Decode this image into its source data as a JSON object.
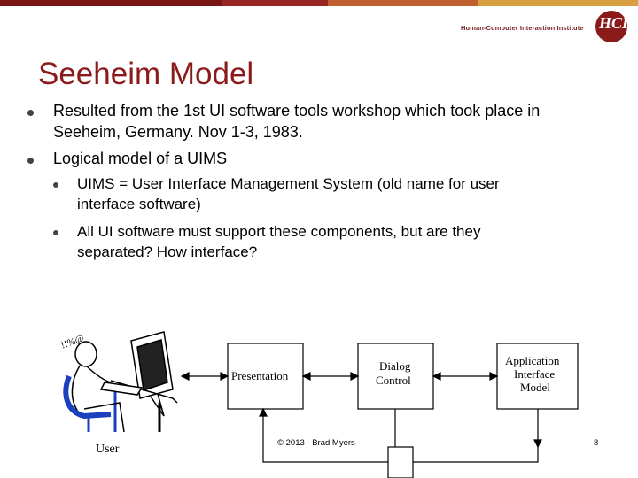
{
  "header": {
    "institute": "Human-Computer Interaction Institute",
    "logo_text": "HCI",
    "bar_colors": [
      "#8b1a1a",
      "#a82a2a",
      "#c8602a",
      "#d89a30"
    ]
  },
  "slide": {
    "title": "Seeheim Model",
    "bullets": [
      {
        "text": "Resulted from the 1st UI software tools workshop which took place in"
      },
      {
        "text": "Seeheim, Germany. Nov 1-3, 1983."
      },
      {
        "text": "Logical model of a UIMS"
      },
      {
        "text": "UIMS = User Interface Management System (old name for user"
      },
      {
        "text": "interface software)"
      },
      {
        "text": "All UI software must support these components, but are they"
      },
      {
        "text": "separated? How interface?"
      }
    ]
  },
  "diagram": {
    "user_label": "User",
    "presentation_label": "Presentation",
    "dialog_label_1": "Dialog",
    "dialog_label_2": "Control",
    "app_label_1": "Application",
    "app_label_2": "Interface",
    "app_label_3": "Model"
  },
  "footer": {
    "copyright": "© 2013 - Brad Myers",
    "page_number": "8"
  }
}
